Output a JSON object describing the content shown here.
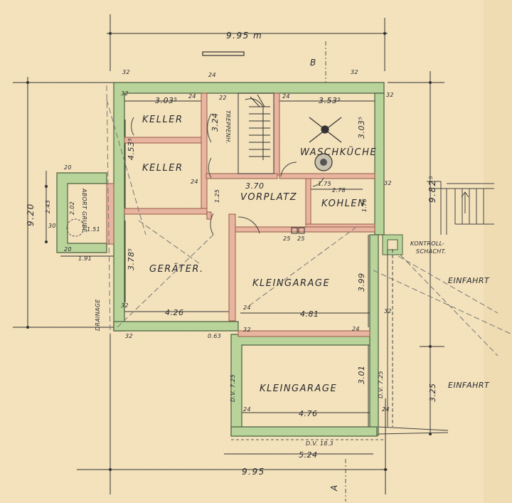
{
  "plan": {
    "rooms": {
      "keller1": "KELLER",
      "keller2": "KELLER",
      "treppenhaus": "TREPPENH.",
      "waschkueche": "WASCHKÜCHE",
      "vorplatz": "VORPLATZ",
      "kohlen": "KOHLEN",
      "abort_grube": "ABORT GRUBE",
      "geraeter": "GERÄTER.",
      "kleingarage1": "KLEINGARAGE",
      "kleingarage2": "KLEINGARAGE",
      "kontrollschacht_1": "KONTROLL-",
      "kontrollschacht_2": "SCHACHT.",
      "einfahrt1": "EINFAHRT",
      "einfahrt2": "EINFAHRT",
      "drainage": "DRAINAGE"
    },
    "dimensions": {
      "top_width": "9.95 m",
      "bottom_width": "9.95",
      "left_height": "9.20",
      "right_height": "9.82⁵",
      "keller_width": "3.03⁵",
      "wasch_width": "3.53⁵",
      "wasch_height": "3.03⁵",
      "keller_height": "4.53⁵",
      "treppe_height": "3.24",
      "vorplatz_width": "3.70",
      "vorplatz_height": "1.25",
      "kohlen_width": "2.78",
      "kohlen_height": "1.76",
      "kohlen_side": "1.75",
      "grube_w": "2.02",
      "grube_h": "2.43",
      "grube_inner": "1.51",
      "grube_outer": "1.91",
      "geraeter_width": "4.26",
      "geraeter_height": "3.78⁵",
      "garage1_width": "4.81",
      "garage1_height": "3.99",
      "garage2_width": "4.76",
      "garage2_height": "3.01",
      "lower_width": "5.24",
      "einfahrt_height": "3.25",
      "dv_left": "D.V. 7.25",
      "dv_right": "D.V. 7.25",
      "dv_bottom": "D.V. 18.3",
      "wall_32": "32",
      "wall_24": "24",
      "wall_20": "20",
      "wall_30": "30",
      "wall_25": "25",
      "wall_22": "22",
      "wall_063": "0.63"
    },
    "section_marks": {
      "top": "B",
      "bottom": "A"
    }
  }
}
